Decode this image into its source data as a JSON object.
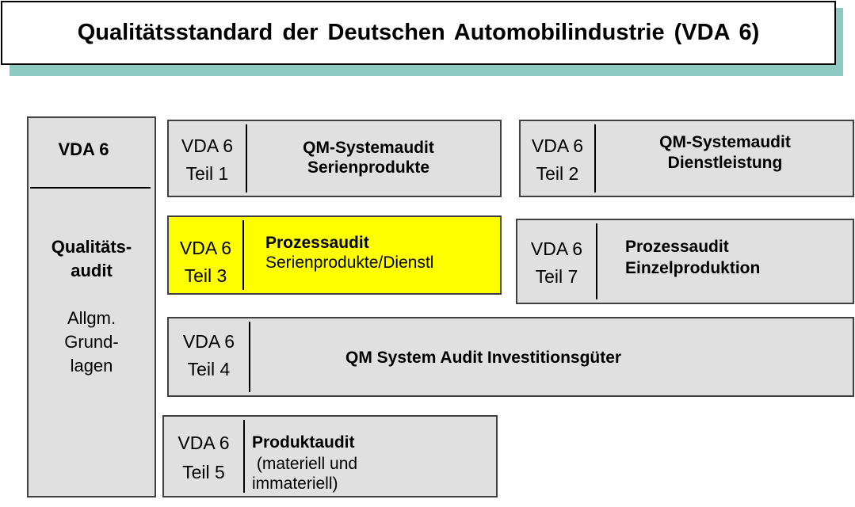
{
  "title": "Qualitätsstandard der Deutschen Automobilindustrie (VDA 6)",
  "left_column": {
    "heading": "VDA 6",
    "quality_1": "Qualitäts-",
    "quality_2": "audit",
    "general_1": "Allgm.",
    "general_2": "Grund-",
    "general_3": "lagen"
  },
  "parts": [
    {
      "vda": "VDA 6",
      "teil": "Teil 1",
      "title_1": "QM-Systemaudit",
      "title_2": "Serienprodukte"
    },
    {
      "vda": "VDA 6",
      "teil": "Teil 2",
      "title_1": "QM-Systemaudit",
      "title_2": "Dienstleistung"
    },
    {
      "vda": "VDA 6",
      "teil": "Teil 3",
      "title_1": "Prozessaudit",
      "title_2": "Serienprodukte/Dienstl"
    },
    {
      "vda": "VDA 6",
      "teil": "Teil 7",
      "title_1": "Prozessaudit",
      "title_2": "Einzelproduktion"
    },
    {
      "vda": "VDA 6",
      "teil": "Teil 4",
      "title_1": "QM System Audit Investitionsgüter"
    },
    {
      "vda": "VDA 6",
      "teil": "Teil 5",
      "title_1": "Produktaudit",
      "title_2": " (materiell und",
      "title_3": "immateriell)"
    }
  ],
  "colors": {
    "highlight": "#ffff00",
    "box": "#e0e0e0",
    "title_shadow": "#8ec9c4"
  }
}
